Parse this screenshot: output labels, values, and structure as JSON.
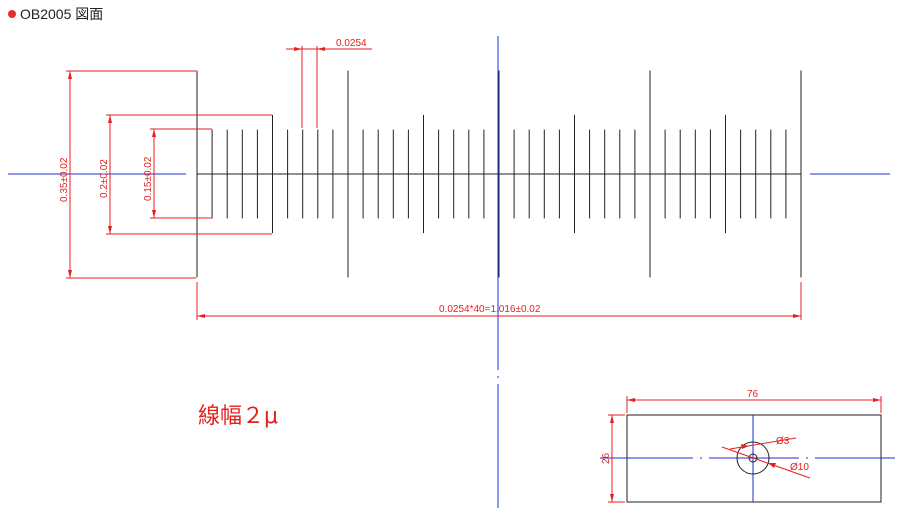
{
  "title": {
    "text": "OB2005 図面",
    "bullet_color": "#e53030"
  },
  "colors": {
    "dimension": "#e52020",
    "center": "#1f2fd0",
    "line": "#222222"
  },
  "scale": {
    "ticks_total": 41,
    "tick_levels": {
      "long": {
        "every": 10,
        "height": "0.35"
      },
      "medium": {
        "every": 5,
        "height": "0.2"
      },
      "short": {
        "height": "0.15"
      }
    }
  },
  "dimensions": {
    "pitch": "0.0254",
    "total_length": "0.0254*40=1.016±0.02",
    "long_tick": "0.35±0.02",
    "medium_tick": "0.2±0.02",
    "short_tick": "0.15±0.02"
  },
  "note": {
    "line_width": "線幅２μ"
  },
  "slide": {
    "width": "76",
    "height": "26",
    "inner_hole": "Ø3",
    "outer_ring": "Ø10"
  }
}
